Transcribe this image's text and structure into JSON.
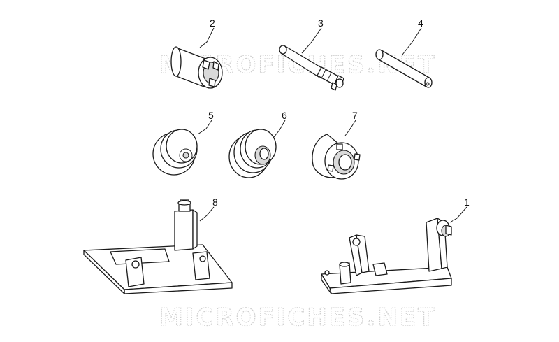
{
  "watermark": {
    "text_top": "MICROFICHES.NET",
    "text_bottom": "MICROFICHES.NET",
    "color": "#cfcfcf"
  },
  "callouts": {
    "part_1": "1",
    "part_2": "2",
    "part_3": "3",
    "part_4": "4",
    "part_5": "5",
    "part_6": "6",
    "part_7": "7",
    "part_8": "8"
  },
  "colors": {
    "line": "#1a1a1a",
    "fill": "#ffffff",
    "shade": "#d9d9d9"
  }
}
